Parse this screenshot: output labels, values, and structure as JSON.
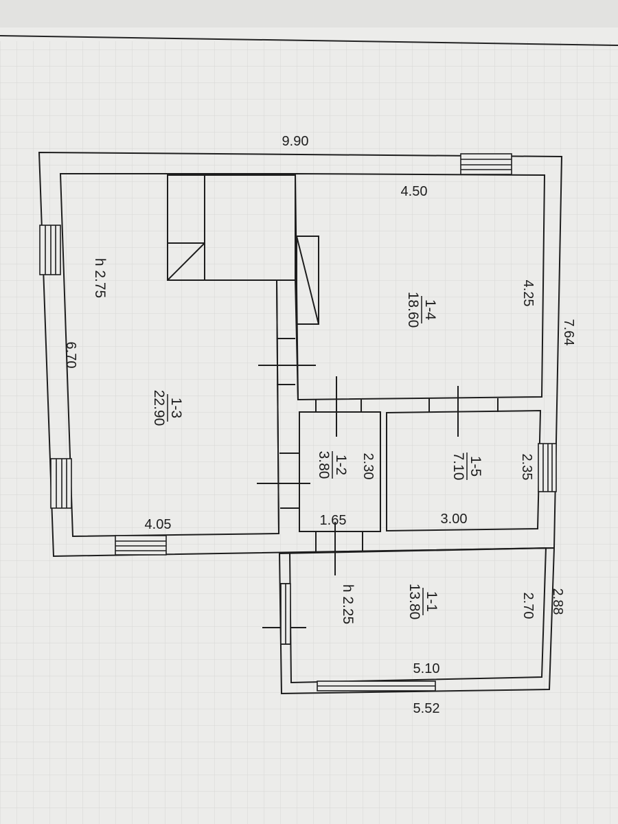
{
  "plan": {
    "overall": {
      "width": "9.90",
      "depth": "7.64",
      "left_depth": "6.70"
    },
    "heights": {
      "main": "h 2.75",
      "annex": "h 2.25"
    },
    "rooms": [
      {
        "number": "1-3",
        "area": "22.90",
        "width": "4.05"
      },
      {
        "number": "1-4",
        "area": "18.60",
        "width": "4.50",
        "depth": "4.25"
      },
      {
        "number": "1-2",
        "area": "3.80",
        "width": "1.65",
        "depth": "2.30"
      },
      {
        "number": "1-5",
        "area": "7.10",
        "width": "3.00",
        "depth": "2.35"
      },
      {
        "number": "1-1",
        "area": "13.80",
        "width": "5.10",
        "depth": "2.70"
      }
    ],
    "annex": {
      "outer_width": "5.52",
      "outer_depth": "2.88"
    }
  },
  "colors": {
    "line": "#1d1d1d",
    "paper": "#ececea",
    "grid": "#d6d6d4"
  }
}
